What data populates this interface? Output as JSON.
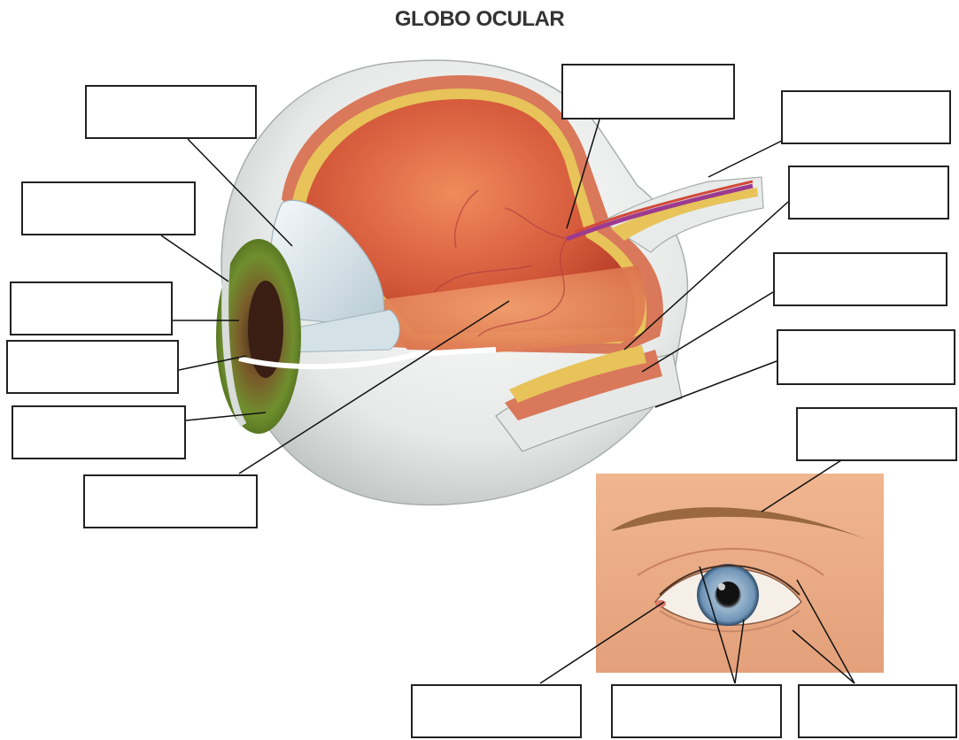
{
  "title": "GLOBO OCULAR",
  "colors": {
    "sclera": "#e9ecea",
    "choroid": "#d9785a",
    "retina": "#e7c35a",
    "vitreous": "#c84a2e",
    "iris_green": "#6c8c2a",
    "lens": "#dfe9ee",
    "vessel": "#9b3a8f",
    "skin": "#e8a57f",
    "iris_blue": "#6f94b6",
    "leader_line": "#111111"
  },
  "label_boxes": [
    {
      "name": "label-box-top-left",
      "value": ""
    },
    {
      "name": "label-box-left-2",
      "value": ""
    },
    {
      "name": "label-box-left-3",
      "value": ""
    },
    {
      "name": "label-box-left-4",
      "value": ""
    },
    {
      "name": "label-box-left-5",
      "value": ""
    },
    {
      "name": "label-box-bottom-left",
      "value": ""
    },
    {
      "name": "label-box-top-center",
      "value": ""
    },
    {
      "name": "label-box-right-1",
      "value": ""
    },
    {
      "name": "label-box-right-2",
      "value": ""
    },
    {
      "name": "label-box-right-3",
      "value": ""
    },
    {
      "name": "label-box-right-4",
      "value": ""
    },
    {
      "name": "label-box-right-5",
      "value": ""
    },
    {
      "name": "label-box-bottom-1",
      "value": ""
    },
    {
      "name": "label-box-bottom-2",
      "value": ""
    },
    {
      "name": "label-box-bottom-3",
      "value": ""
    }
  ]
}
